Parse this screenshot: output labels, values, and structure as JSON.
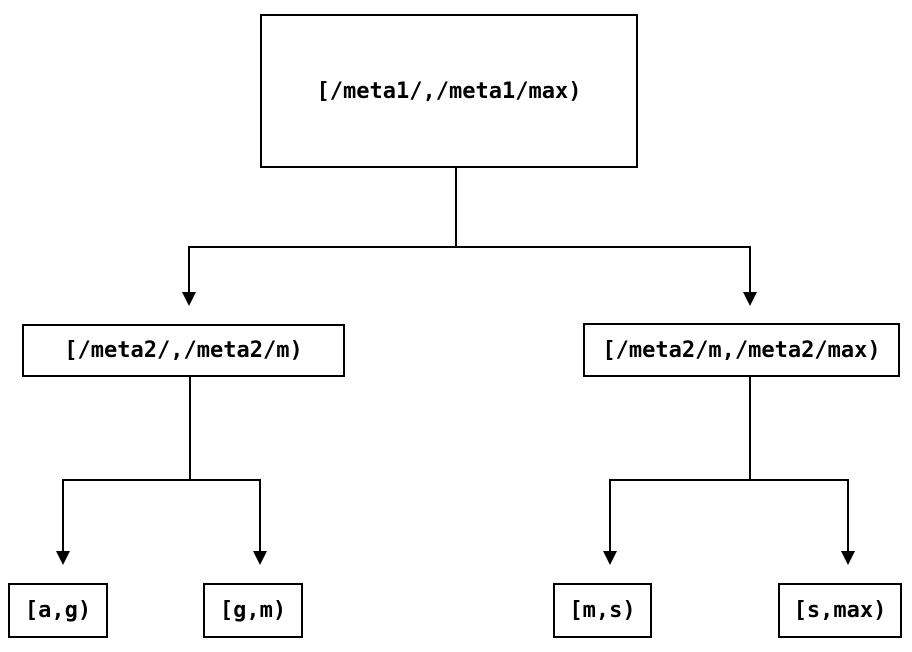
{
  "diagram": {
    "type": "tree",
    "root": {
      "label": "[/meta1/,/meta1/max)",
      "children": [
        {
          "label": "[/meta2/,/meta2/m)",
          "children": [
            {
              "label": "[a,g)"
            },
            {
              "label": "[g,m)"
            }
          ]
        },
        {
          "label": "[/meta2/m,/meta2/max)",
          "children": [
            {
              "label": "[m,s)"
            },
            {
              "label": "[s,max)"
            }
          ]
        }
      ]
    },
    "colors": {
      "background": "#ffffff",
      "line": "#000000",
      "box_border": "#000000",
      "text": "#000000"
    },
    "icons": {
      "arrowhead": "triangle-down"
    }
  }
}
